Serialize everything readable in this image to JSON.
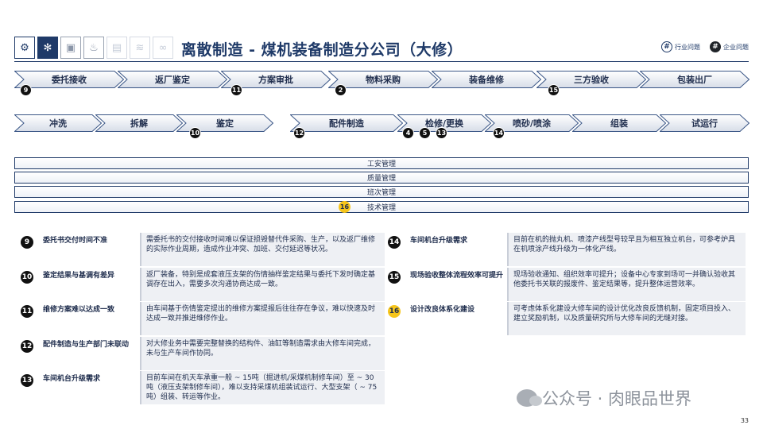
{
  "header": {
    "title": "离散制造 - 煤机装备制造分公司（大修）",
    "icons": [
      "robot-arm-icon",
      "gears-icon",
      "machine-icon",
      "flame-icon",
      "cabinet-icon",
      "waves-icon",
      "chain-icon"
    ],
    "legend": [
      {
        "symbol": "#",
        "label": "行业问题",
        "style": "outline"
      },
      {
        "symbol": "#",
        "label": "企业问题",
        "style": "filled"
      }
    ]
  },
  "process_main": [
    {
      "label": "委托接收"
    },
    {
      "label": "返厂鉴定"
    },
    {
      "label": "方案审批"
    },
    {
      "label": "物料采购"
    },
    {
      "label": "装备维修"
    },
    {
      "label": "三方验收"
    },
    {
      "label": "包装出厂"
    }
  ],
  "process_left": [
    {
      "label": "冲洗"
    },
    {
      "label": "拆解"
    },
    {
      "label": "鉴定"
    }
  ],
  "process_right": [
    {
      "label": "配件制造"
    },
    {
      "label": "检修/更换"
    },
    {
      "label": "喷砂/喷涂"
    },
    {
      "label": "组装"
    },
    {
      "label": "试运行"
    }
  ],
  "badges": {
    "b9": "9",
    "b11": "11",
    "b2": "2",
    "b15": "15",
    "b10": "10",
    "b12": "12",
    "b4": "4",
    "b5": "5",
    "b13": "13",
    "b14": "14",
    "b16": "16"
  },
  "management": [
    {
      "label": "工安管理"
    },
    {
      "label": "质量管理"
    },
    {
      "label": "班次管理"
    },
    {
      "label": "技术管理"
    }
  ],
  "issues_left": [
    {
      "num": "9",
      "title": "委托书交付时间不准",
      "desc": "需委托书的交付接收时间难以保证损毁替代件采购、生产，以及返厂维修的实际作业周期，造成作业冲突、加班、交付延迟等状况。"
    },
    {
      "num": "10",
      "title": "鉴定结果与基调有差异",
      "desc": "返厂装备，特别是成套液压支架的伤情抽样鉴定结果与委托下发时确定基调存在出入，需要多次沟通协商达成一致。"
    },
    {
      "num": "11",
      "title": "维修方案难以达成一致",
      "desc": "由车间基于伤情鉴定提出的维修方案提报后往往存在争议，难以快速及时达成一致并推进维修作业。"
    },
    {
      "num": "12",
      "title": "配件制造与生产部门未联动",
      "desc": "对大修业务中需要完整替换的结构件、油缸等制造需求由大修车间完成，未与生产车间作协同。"
    },
    {
      "num": "13",
      "title": "车间机台升级需求",
      "desc": "目前车间在机天车承重一般 ~ 15吨（掘进机/采煤机制修车间）至 ~ 30吨（液压支架制修车间），难以支持采煤机组装试运行、大型支架（ ~ 75吨）组装、转运等作业。"
    }
  ],
  "issues_right": [
    {
      "num": "14",
      "title": "车间机台升级需求",
      "desc": "目前在机的抛丸机、喷漆产线型号较早且为相互独立机台，可参考炉具在机喷涂产线升级为一体化产线。"
    },
    {
      "num": "15",
      "title": "现场验收整体流程效率可提升",
      "desc": "现场验收通知、组织效率可提升；设备中心专家到场可一并确认验收其他委托书关联的报废件、鉴定结果等，提升整体运营效率。"
    },
    {
      "num": "16",
      "title": "设计改良体系化建设",
      "desc": "可考虑体系化建设大修车间的设计优化改良反馈机制，固定项目投入、建立奖励机制，以及质量研究所与大修车间的无缝对接。"
    }
  ],
  "watermark": "公众号 · 肉眼品世界",
  "page_number": "33"
}
